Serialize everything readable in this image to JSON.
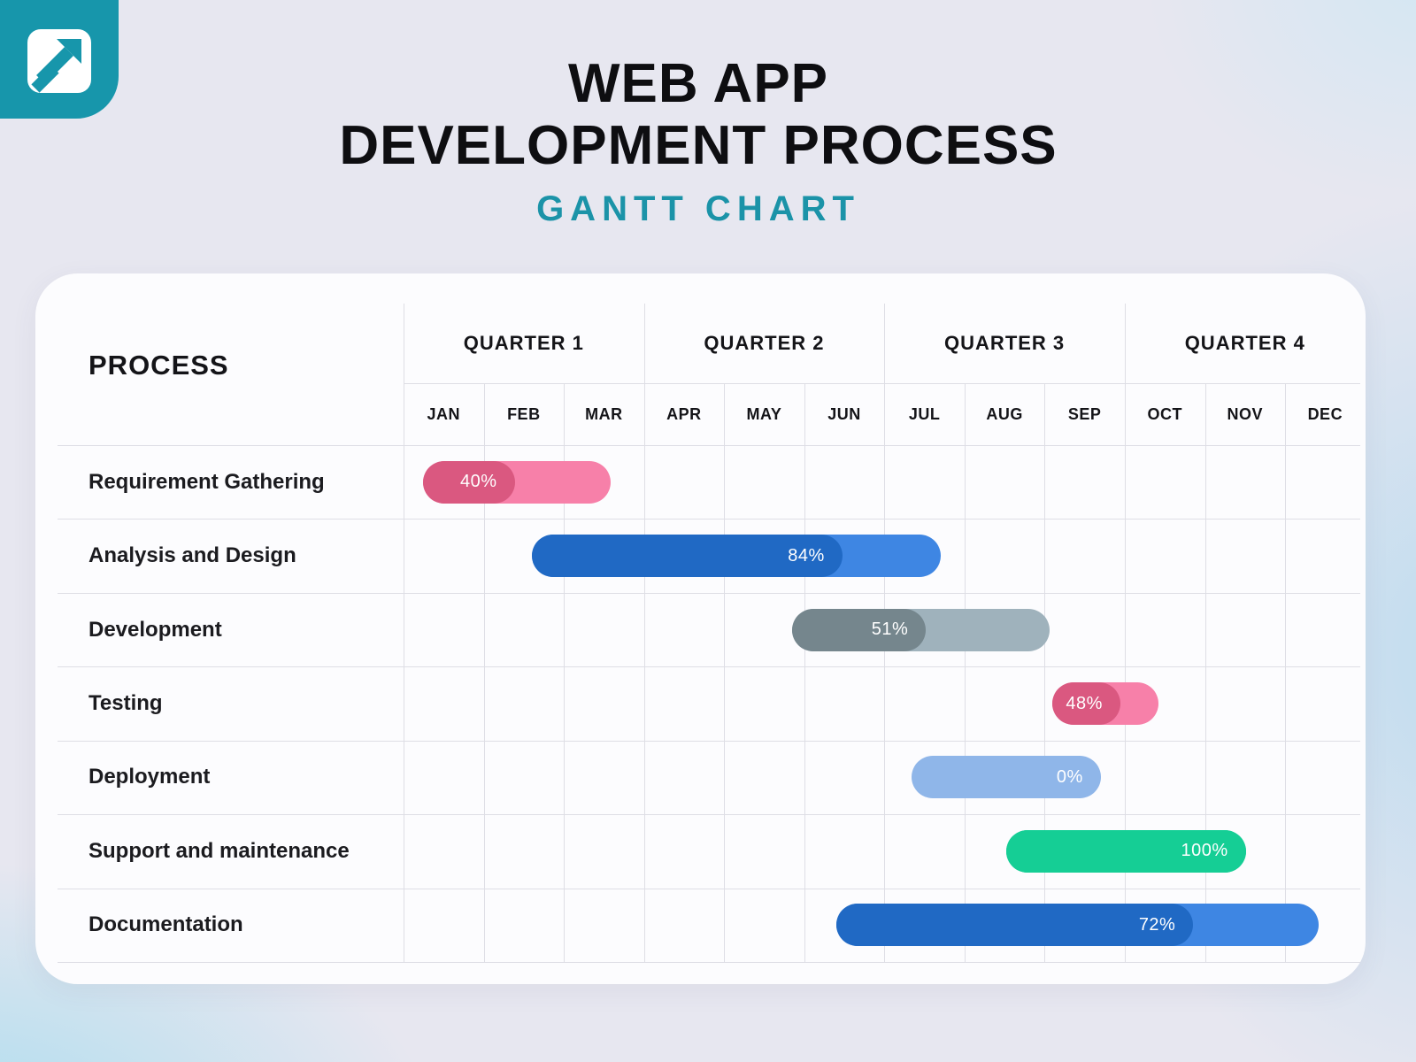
{
  "header": {
    "title_line1": "WEB APP",
    "title_line2": "DEVELOPMENT PROCESS",
    "subtitle": "GANTT CHART"
  },
  "logo": {
    "name": "arrow-slash-logo",
    "bg_color": "#1796AB",
    "fg_color": "#FFFFFF"
  },
  "table": {
    "process_header": "PROCESS"
  },
  "colors": {
    "accent_teal": "#1B93A8",
    "title_black": "#0E0E11",
    "card_bg": "#FCFCFE",
    "grid_line": "#DEDEE5",
    "page_bg": "#E7E7F0"
  },
  "chart_data": {
    "type": "bar",
    "subtype": "gantt",
    "title": "WEB APP DEVELOPMENT PROCESS — GANTT CHART",
    "x_axis": {
      "quarters": [
        "QUARTER 1",
        "QUARTER 2",
        "QUARTER 3",
        "QUARTER 4"
      ],
      "months": [
        "JAN",
        "FEB",
        "MAR",
        "APR",
        "MAY",
        "JUN",
        "JUL",
        "AUG",
        "SEP",
        "OCT",
        "NOV",
        "DEC"
      ],
      "range_months": [
        0,
        12
      ]
    },
    "tasks": [
      {
        "name": "Requirement Gathering",
        "start_month": 0.24,
        "end_month": 2.58,
        "progress_pct": 40,
        "progress_label": "40%",
        "progress_frac_visual": 0.49,
        "color_light": "#F780A9",
        "color_dark": "#DA5880"
      },
      {
        "name": "Analysis and Design",
        "start_month": 1.6,
        "end_month": 6.7,
        "progress_pct": 84,
        "progress_label": "84%",
        "progress_frac_visual": 0.76,
        "color_light": "#3E86E3",
        "color_dark": "#2069C4"
      },
      {
        "name": "Development",
        "start_month": 4.85,
        "end_month": 8.06,
        "progress_pct": 51,
        "progress_label": "51%",
        "progress_frac_visual": 0.52,
        "color_light": "#9FB2BC",
        "color_dark": "#75868D"
      },
      {
        "name": "Testing",
        "start_month": 8.1,
        "end_month": 9.42,
        "progress_pct": 48,
        "progress_label": "48%",
        "progress_frac_visual": 0.64,
        "color_light": "#F780A9",
        "color_dark": "#DA5880"
      },
      {
        "name": "Deployment",
        "start_month": 6.34,
        "end_month": 8.7,
        "progress_pct": 0,
        "progress_label": "0%",
        "progress_frac_visual": 0,
        "color_light": "#8FB6E9",
        "color_dark": "#8FB6E9"
      },
      {
        "name": "Support and maintenance",
        "start_month": 7.52,
        "end_month": 10.51,
        "progress_pct": 100,
        "progress_label": "100%",
        "progress_frac_visual": 1,
        "color_light": "#15CE95",
        "color_dark": "#15CE95"
      },
      {
        "name": "Documentation",
        "start_month": 5.4,
        "end_month": 11.42,
        "progress_pct": 72,
        "progress_label": "72%",
        "progress_frac_visual": 0.74,
        "color_light": "#3E86E3",
        "color_dark": "#2069C4"
      }
    ]
  }
}
